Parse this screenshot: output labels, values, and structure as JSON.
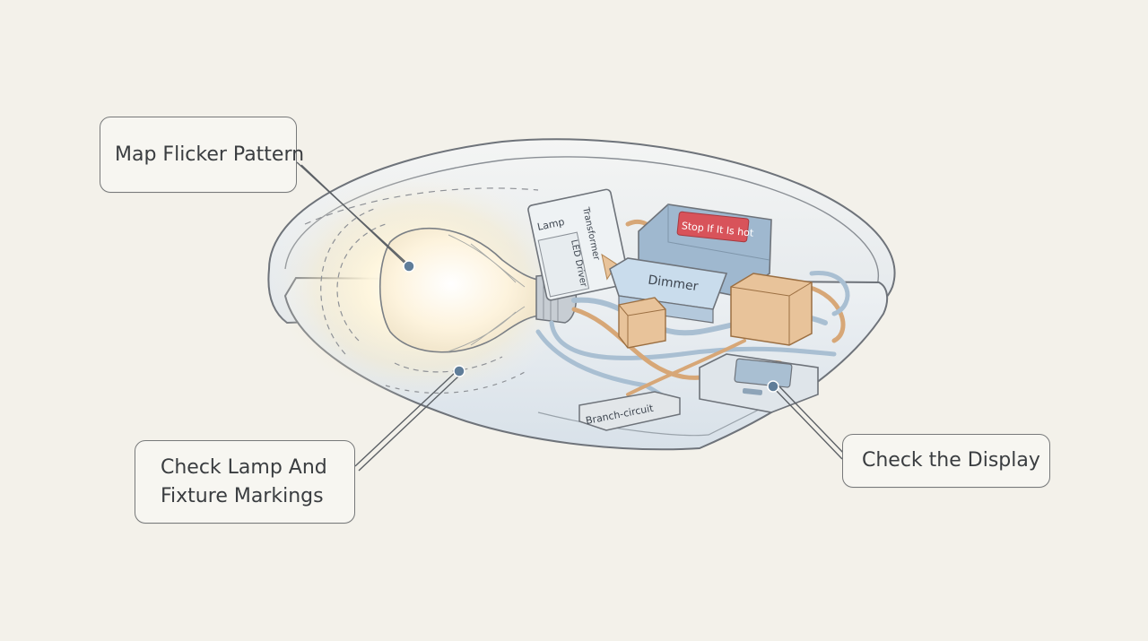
{
  "callouts": {
    "flicker": "Map Flicker Pattern",
    "markings_line1": "Check Lamp And",
    "markings_line2": "Fixture Markings",
    "display": "Check the Display"
  },
  "components": {
    "lamp": "Lamp",
    "transformer": "Transformer",
    "led_driver": "LED Driver",
    "warning_sign": "Stop If It Is hot",
    "dimmer": "Dimmer",
    "branch_circuit": "Branch-circuit"
  },
  "colors": {
    "background": "#f3f1ea",
    "outline": "#6e737a",
    "housing": "#dde4ea",
    "wire_blue": "#a9bfd2",
    "wire_tan": "#d7a777",
    "box_tan": "#e8c39a",
    "box_blue": "#b9d0e4",
    "warning_red": "#d8535a",
    "glow": "#fff4d6"
  }
}
